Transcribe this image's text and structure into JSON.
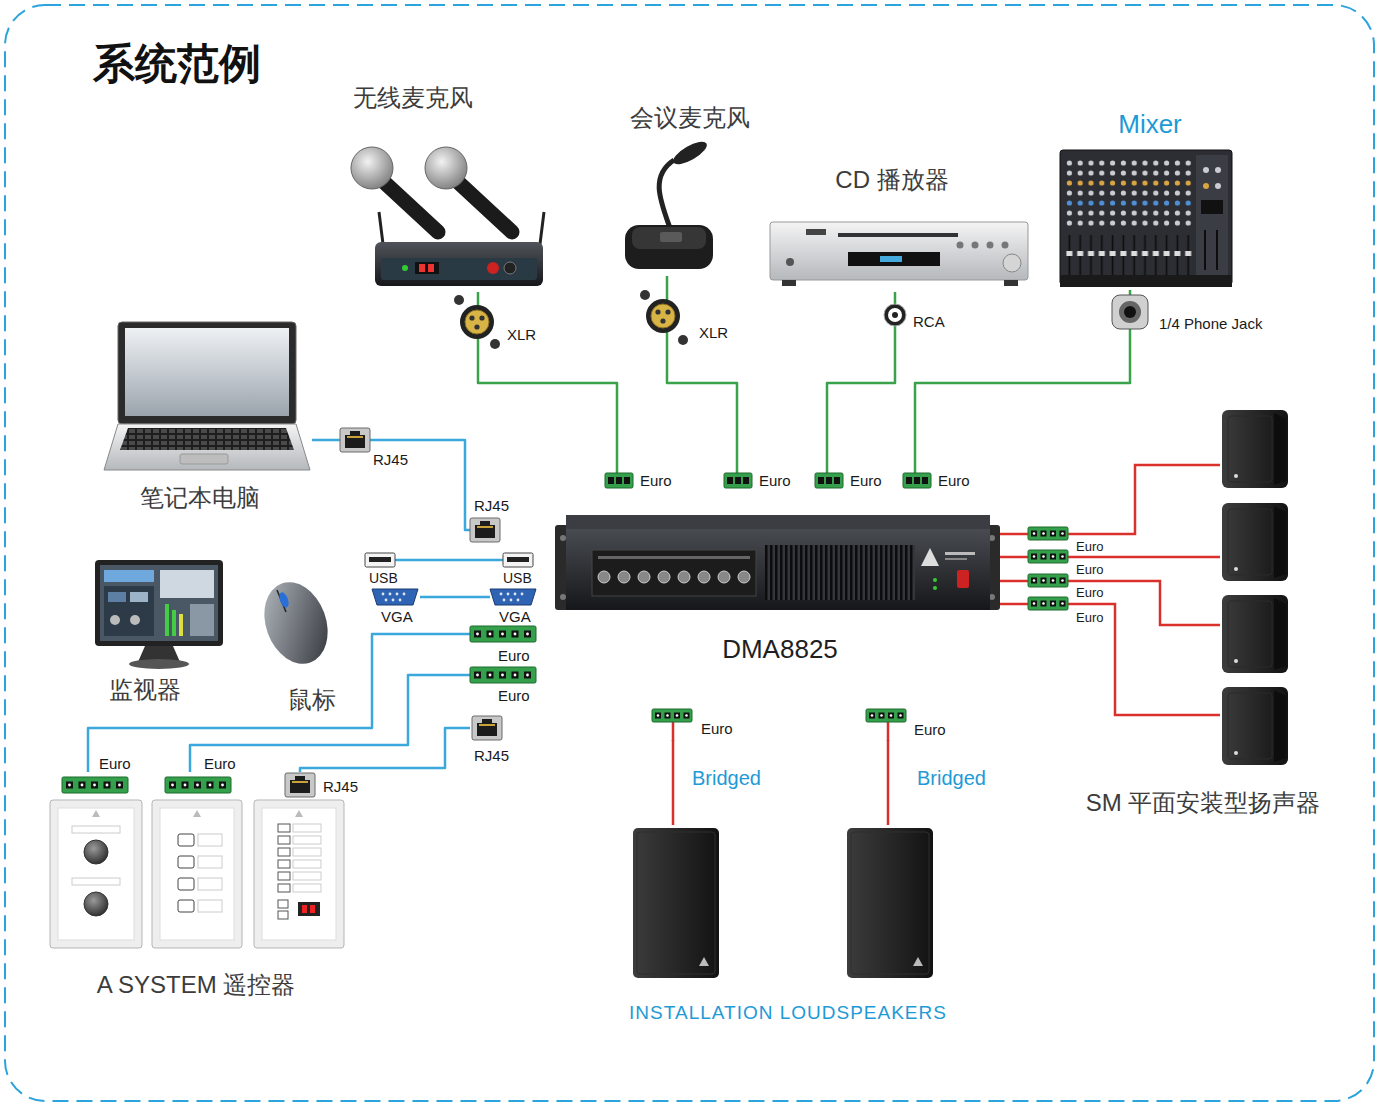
{
  "diagram": {
    "title": "系统范例",
    "nodes": [
      {
        "text": [
          "无线麦克风"
        ]
      },
      {
        "text": [
          "会议麦克风"
        ]
      },
      {
        "text": [
          "CD 播放器"
        ]
      },
      {
        "text": [
          "Mixer"
        ]
      },
      {
        "text": [
          "笔记本电脑"
        ]
      },
      {
        "text": [
          "DMA8825"
        ]
      },
      {
        "text": [
          "监视器"
        ]
      },
      {
        "text": [
          "鼠标"
        ]
      },
      {
        "text": [
          "SM 平面安装型扬声器"
        ]
      },
      {
        "text": [
          "A SYSTEM 遥控器"
        ]
      },
      {
        "text": [
          "INSTALLATION LOUDSPEAKERS"
        ]
      }
    ],
    "edges": [
      {
        "from": 0,
        "to": 5,
        "arrow": "none"
      },
      {
        "from": 1,
        "to": 5,
        "arrow": "none"
      },
      {
        "from": 2,
        "to": 5,
        "arrow": "none"
      },
      {
        "from": 3,
        "to": 5,
        "arrow": "none"
      },
      {
        "from": 4,
        "to": 5,
        "arrow": "none"
      },
      {
        "from": 5,
        "to": 9,
        "arrow": "none"
      },
      {
        "from": 5,
        "to": 9,
        "arrow": "none"
      },
      {
        "from": 5,
        "to": 9,
        "arrow": "none"
      },
      {
        "from": 5,
        "to": 8,
        "arrow": "none"
      },
      {
        "from": 5,
        "to": 8,
        "arrow": "none"
      },
      {
        "from": 5,
        "to": 8,
        "arrow": "none"
      },
      {
        "from": 5,
        "to": 8,
        "arrow": "none"
      },
      {
        "from": 5,
        "to": 10,
        "label": "Bridged",
        "arrow": "none"
      },
      {
        "from": 5,
        "to": 10,
        "label": "Bridged",
        "arrow": "none"
      }
    ],
    "labels": [
      "XLR",
      "XLR",
      "RCA",
      "1/4 Phone Jack",
      "Euro",
      "Euro",
      "Euro",
      "Euro",
      "RJ45",
      "RJ45",
      "USB",
      "USB",
      "VGA",
      "VGA",
      "Euro",
      "Euro",
      "RJ45",
      "Euro",
      "Euro",
      "RJ45",
      "Euro",
      "Euro",
      "Euro",
      "Euro",
      "Euro",
      "Euro"
    ]
  }
}
